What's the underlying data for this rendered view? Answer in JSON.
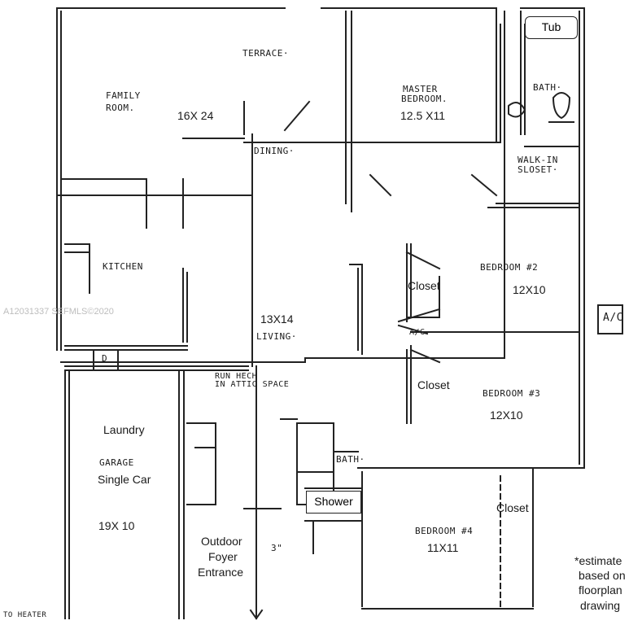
{
  "labels": {
    "terrace": "TERRACE·",
    "family_room_1": "FAMILY",
    "family_room_2": "ROOM.",
    "family_size": "16X 24",
    "master_1": "MASTER",
    "master_2": "BEDROOM.",
    "master_size": "12.5 X11",
    "bath_top": "BATH·",
    "tub": "Tub",
    "dining": "DINING·",
    "walk_in_1": "WALK-IN",
    "walk_in_2": "SLOSET·",
    "kitchen": "KITCHEN",
    "bedroom2": "BEDROOM #2",
    "bedroom2_size": "12X10",
    "closet_1": "Closet",
    "ac_box": "A/C",
    "ac_small": "A/C",
    "living_size": "13X14",
    "living": "LIVING·",
    "watermark": "A12031337 SEFMLS©2020",
    "duct_1": "RUN HECH",
    "duct_2": "IN ATTIC SPACE",
    "closet_2": "Closet",
    "bedroom3": "BEDROOM #3",
    "bedroom3_size": "12X10",
    "laundry": "Laundry",
    "garage": "GARAGE",
    "single_car": "Single Car",
    "garage_size": "19X 10",
    "bath_mid": "BATH·",
    "shower": "Shower",
    "closet_3": "Closet",
    "bedroom4": "BEDROOM #4",
    "bedroom4_size": "11X11",
    "outdoor_1": "Outdoor",
    "outdoor_2": "Foyer",
    "outdoor_3": "Entrance",
    "three_inch": "3\"",
    "estimate_1": "*estimate",
    "estimate_2": "based on",
    "estimate_3": "floorplan",
    "estimate_4": "drawing",
    "water_heater": "TO HEATER",
    "dryer_mark": "D"
  },
  "colors": {
    "ink": "#222222",
    "paper": "#ffffff",
    "watermark": "#bdbdbd"
  }
}
